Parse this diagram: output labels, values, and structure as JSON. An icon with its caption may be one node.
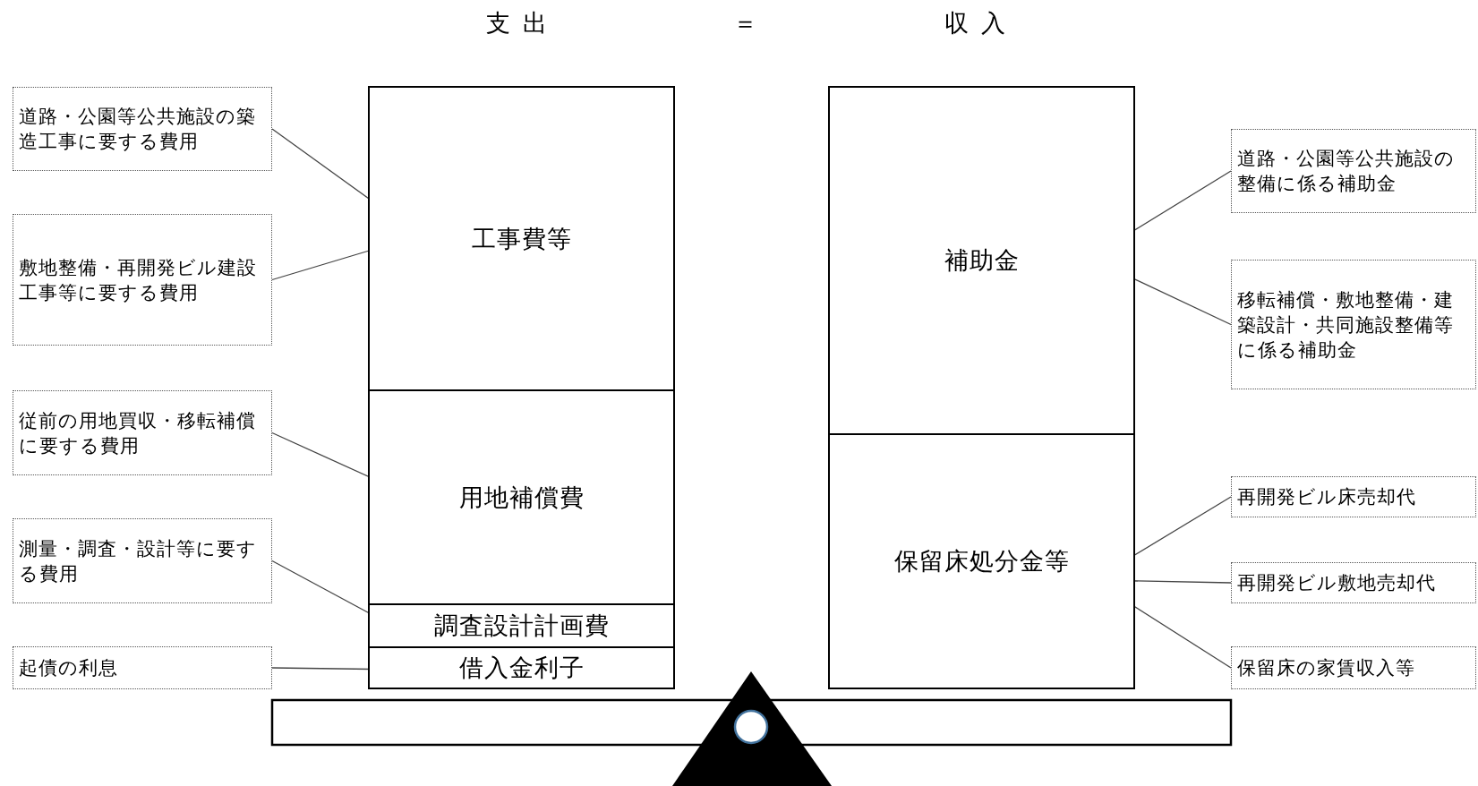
{
  "diagram": {
    "nodes": [
      {
        "text": [
          "工事費等"
        ]
      },
      {
        "text": [
          "用地補償費"
        ]
      },
      {
        "text": [
          "調査設計計画費"
        ]
      },
      {
        "text": [
          "借入金利子"
        ]
      },
      {
        "text": [
          "補助金"
        ]
      },
      {
        "text": [
          "保留床処分金等"
        ]
      },
      {
        "text": [
          "道路・公園等公共施設の築造工事に要する費用"
        ]
      },
      {
        "text": [
          "敷地整備・再開発ビル建設工事等に要する費用"
        ]
      },
      {
        "text": [
          "従前の用地買収・移転補償に要する費用"
        ]
      },
      {
        "text": [
          "測量・調査・設計等に要する費用"
        ]
      },
      {
        "text": [
          "起債の利息"
        ]
      },
      {
        "text": [
          "道路・公園等公共施設の整備に係る補助金"
        ]
      },
      {
        "text": [
          "移転補償・敷地整備・建築設計・共同施設整備等に係る補助金"
        ]
      },
      {
        "text": [
          "再開発ビル床売却代"
        ]
      },
      {
        "text": [
          "再開発ビル敷地売却代"
        ]
      },
      {
        "text": [
          "保留床の家賃収入等"
        ]
      }
    ],
    "edges": [
      {
        "from": 6,
        "to": 0,
        "arrow": "none"
      },
      {
        "from": 7,
        "to": 0,
        "arrow": "none"
      },
      {
        "from": 8,
        "to": 1,
        "arrow": "none"
      },
      {
        "from": 9,
        "to": 2,
        "arrow": "none"
      },
      {
        "from": 10,
        "to": 3,
        "arrow": "none"
      },
      {
        "from": 11,
        "to": 4,
        "arrow": "none"
      },
      {
        "from": 12,
        "to": 4,
        "arrow": "none"
      },
      {
        "from": 13,
        "to": 5,
        "arrow": "none"
      },
      {
        "from": 14,
        "to": 5,
        "arrow": "none"
      },
      {
        "from": 15,
        "to": 5,
        "arrow": "none"
      }
    ],
    "labels": [
      "支出",
      "＝",
      "収入"
    ]
  }
}
